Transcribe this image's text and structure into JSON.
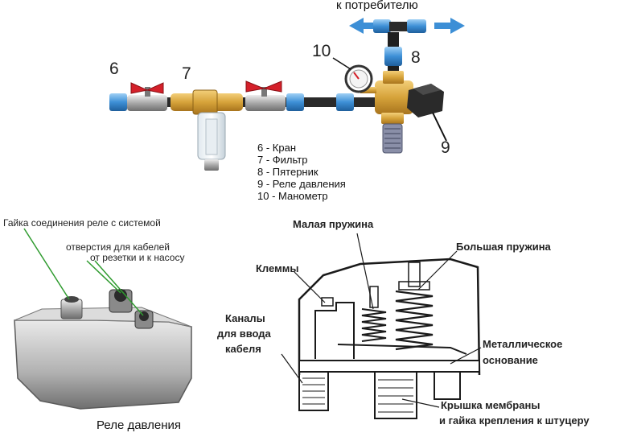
{
  "top": {
    "consumer_label": "к потребителю",
    "numbers": {
      "n6": "6",
      "n7": "7",
      "n8": "8",
      "n9": "9",
      "n10": "10"
    },
    "legend": [
      "6 - Кран",
      "7 - Фильтр",
      "8 - Пятерник",
      "9 - Реле давления",
      "10 - Манометр"
    ]
  },
  "relay_photo": {
    "label_nut": "Гайка соединения реле с системой",
    "label_holes_1": "отверстия для кабелей",
    "label_holes_2": "от резетки и к насосу",
    "caption": "Реле давления"
  },
  "schematic": {
    "small_spring": "Малая пружина",
    "big_spring": "Большая пружина",
    "terminals": "Клеммы",
    "channels_1": "Каналы",
    "channels_2": "для ввода",
    "channels_3": "кабеля",
    "base_1": "Металлическое",
    "base_2": "основание",
    "cover_1": "Крышка мембраны",
    "cover_2": "и гайка крепления к штуцеру"
  },
  "colors": {
    "arrow": "#3d8fd6",
    "leader_green": "#2f9b2f",
    "brass": "#d6a33a",
    "red_valve": "#d4202a"
  }
}
